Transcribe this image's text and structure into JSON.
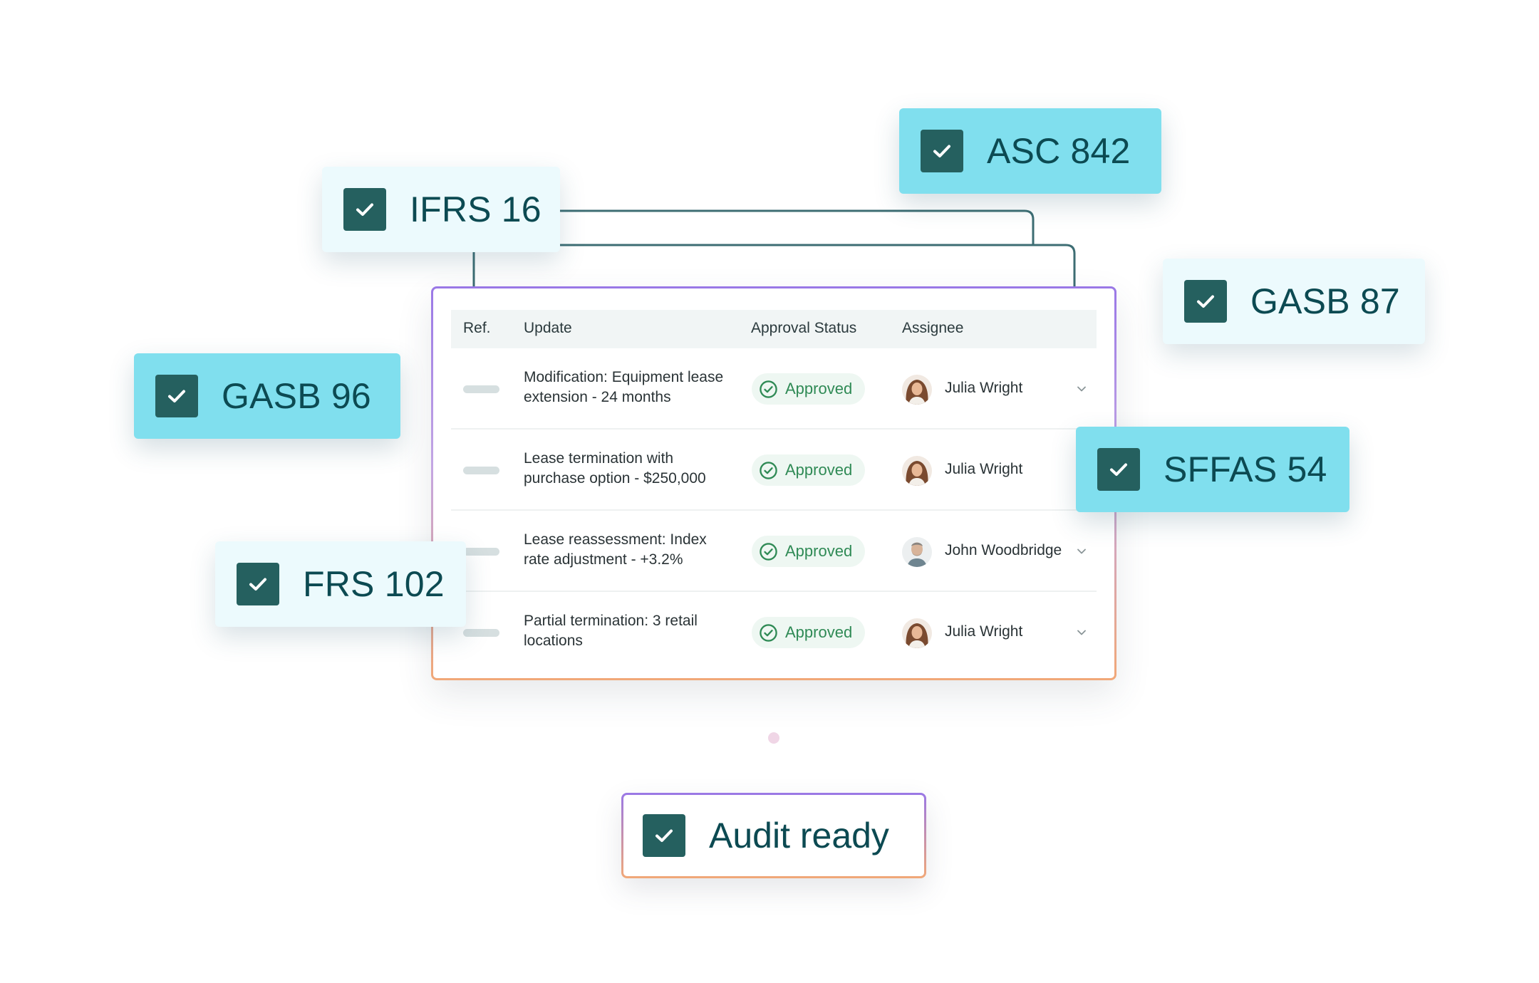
{
  "standards": {
    "asc_842": "ASC 842",
    "ifrs_16": "IFRS 16",
    "gasb_87": "GASB 87",
    "gasb_96": "GASB 96",
    "sffas_54": "SFFAS 54",
    "frs_102": "FRS 102"
  },
  "table": {
    "headers": {
      "ref": "Ref.",
      "update": "Update",
      "approval_status": "Approval Status",
      "assignee": "Assignee"
    },
    "rows": [
      {
        "update": "Modification: Equipment lease extension - 24 months",
        "status": "Approved",
        "assignee": "Julia Wright",
        "has_dropdown": true
      },
      {
        "update": "Lease termination with purchase option - $250,000",
        "status": "Approved",
        "assignee": "Julia Wright",
        "has_dropdown": false
      },
      {
        "update": "Lease reassessment: Index rate adjustment - +3.2%",
        "status": "Approved",
        "assignee": "John Woodbridge",
        "has_dropdown": true
      },
      {
        "update": "Partial termination: 3 retail locations",
        "status": "Approved",
        "assignee": "Julia Wright",
        "has_dropdown": true
      }
    ]
  },
  "audit": {
    "label": "Audit ready"
  },
  "icons": {
    "checkbox": "checkbox-checked-icon",
    "status": "check-circle-icon",
    "dropdown": "chevron-down-icon"
  },
  "colors": {
    "badge_strong": "#80dfee",
    "badge_soft": "#ecfafd",
    "check_fill": "#25605f",
    "badge_text": "#0c4a52",
    "approved_text": "#2f8a55",
    "connector": "#3d6d73",
    "card_border_top": "#9a78e6",
    "card_border_bottom": "#f1a878"
  }
}
